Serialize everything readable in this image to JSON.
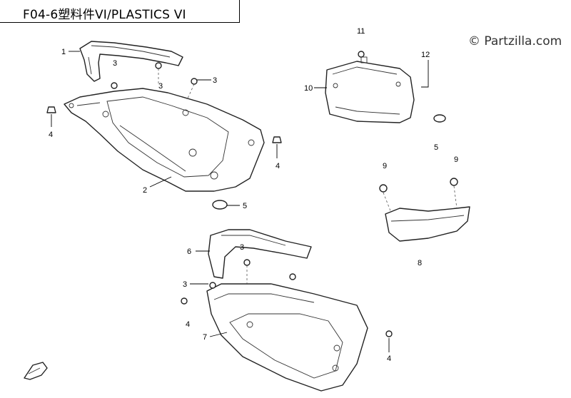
{
  "header": {
    "title": "F04-6塑料件VI/PLASTICS VI"
  },
  "watermark": "© Partzilla.com",
  "callouts": [
    {
      "id": "c1",
      "label": "1"
    },
    {
      "id": "c2",
      "label": "2"
    },
    {
      "id": "c3a",
      "label": "3"
    },
    {
      "id": "c3b",
      "label": "3"
    },
    {
      "id": "c3c",
      "label": "3"
    },
    {
      "id": "c4a",
      "label": "4"
    },
    {
      "id": "c4b",
      "label": "4"
    },
    {
      "id": "c5a",
      "label": "5"
    },
    {
      "id": "c10",
      "label": "10"
    },
    {
      "id": "c11",
      "label": "11"
    },
    {
      "id": "c12",
      "label": "12"
    },
    {
      "id": "c5b",
      "label": "5"
    },
    {
      "id": "c9a",
      "label": "9"
    },
    {
      "id": "c9b",
      "label": "9"
    },
    {
      "id": "c8",
      "label": "8"
    },
    {
      "id": "c6",
      "label": "6"
    },
    {
      "id": "c3d",
      "label": "3"
    },
    {
      "id": "c3e",
      "label": "3"
    },
    {
      "id": "c4c",
      "label": "4"
    },
    {
      "id": "c7",
      "label": "7"
    },
    {
      "id": "c4d",
      "label": "4"
    }
  ]
}
